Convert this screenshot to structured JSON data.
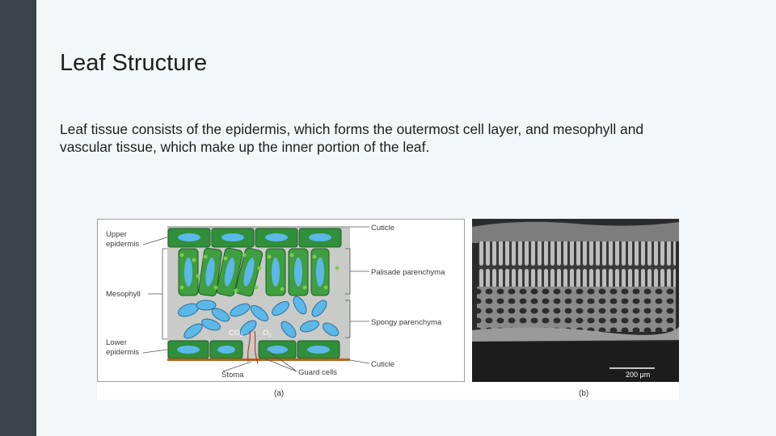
{
  "slide": {
    "title": "Leaf Structure",
    "body": "Leaf tissue consists of the epidermis, which forms the outermost cell layer, and mesophyll and vascular tissue, which make up the inner portion of the leaf."
  },
  "figure": {
    "labels": {
      "upper_epidermis_1": "Upper",
      "upper_epidermis_2": "epidermis",
      "mesophyll": "Mesophyll",
      "lower_epidermis_1": "Lower",
      "lower_epidermis_2": "epidermis",
      "stoma": "Stoma",
      "guard_cells": "Guard cells",
      "cuticle_top": "Cuticle",
      "palisade": "Palisade parenchyma",
      "spongy": "Spongy parenchyma",
      "cuticle_bottom": "Cuticle",
      "co2": "CO",
      "co2_sub": "2",
      "o2": "O",
      "o2_sub": "2"
    },
    "scale_bar": "200 μm",
    "caption_a": "(a)",
    "caption_b": "(b)"
  },
  "colors": {
    "sidebar": "#3b4249",
    "background": "#f4f7f9",
    "cell_green": "#2f8f3a",
    "chloroplast": "#6cc04a",
    "vacuole_blue": "#5bb8e8",
    "cuticle_brown": "#b5651d"
  }
}
